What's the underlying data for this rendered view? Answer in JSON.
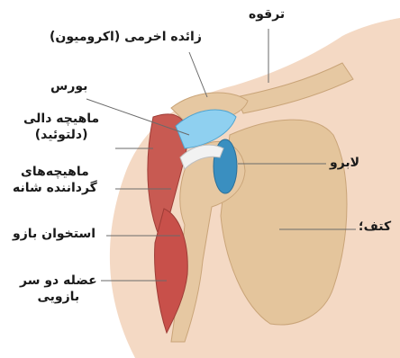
{
  "labels": {
    "clavicle": "ترقوه",
    "acromion": "زائده اخرمی (اکرومیون)",
    "bursa": "بورس",
    "deltoid_line1": "ماهیچه دالی",
    "deltoid_line2": "(دلتوئید)",
    "rotator_line1": "ماهیچه‌های",
    "rotator_line2": "گرداننده شانه",
    "humerus": "استخوان بازو",
    "biceps_line1": "عضله دو سر",
    "biceps_line2": "بازویی",
    "labrum": "لابرو",
    "scapula": "کتف؛"
  },
  "colors": {
    "skin": "#f4d9c4",
    "bone": "#e8c9a0",
    "cartilage": "#8fd0f0",
    "muscle": "#c8504a",
    "leader_line": "#6a6a6a"
  }
}
